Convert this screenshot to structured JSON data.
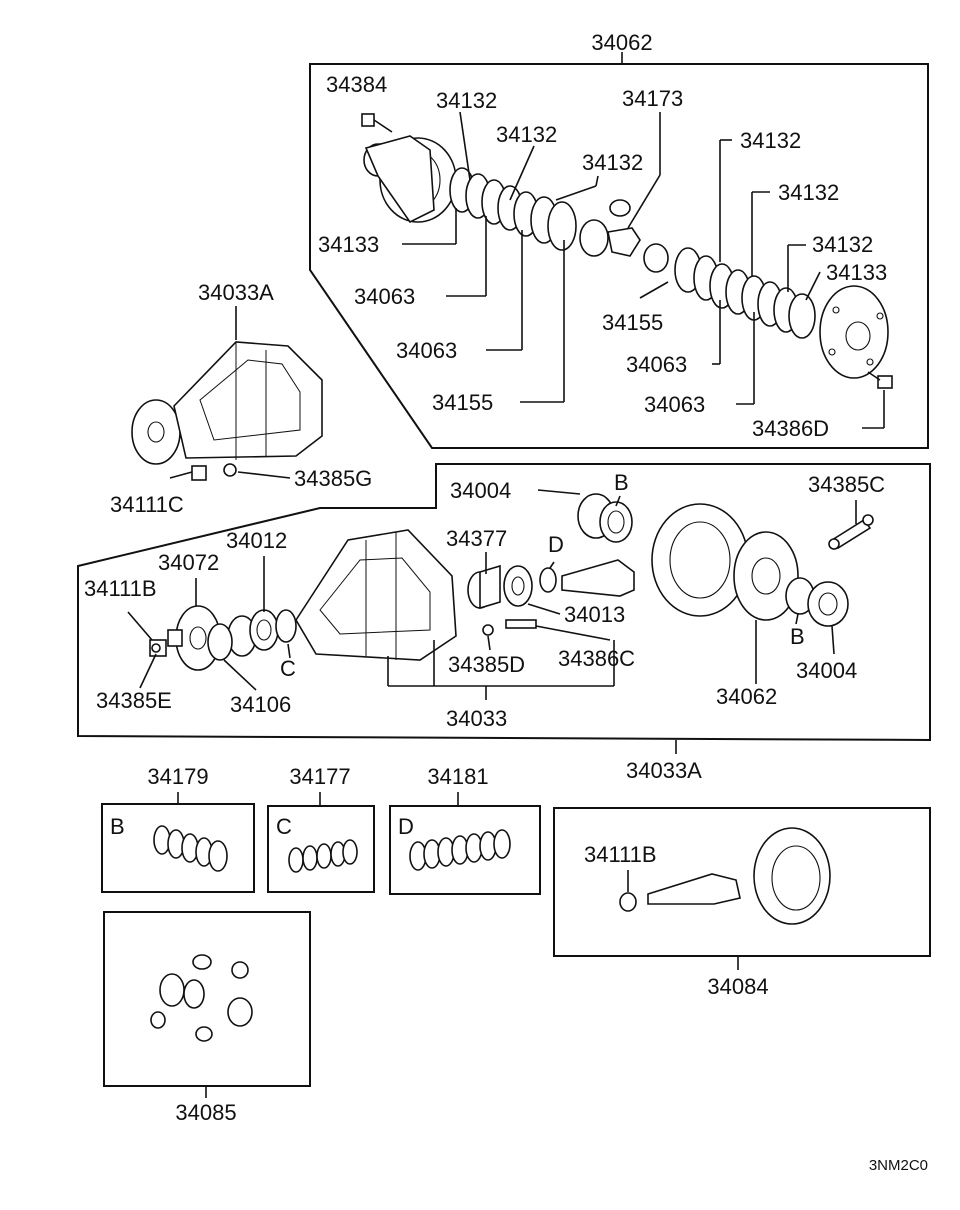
{
  "diagram_code": "3NM2C0",
  "colors": {
    "ink": "#111111",
    "background": "#ffffff"
  },
  "labels": {
    "p34062_top": "34062",
    "p34384": "34384",
    "p34132_a": "34132",
    "p34132_b": "34132",
    "p34132_c": "34132",
    "p34173": "34173",
    "p34132_d": "34132",
    "p34132_e": "34132",
    "p34132_f": "34132",
    "p34133_a": "34133",
    "p34133_b": "34133",
    "p34063_a": "34063",
    "p34063_b": "34063",
    "p34063_c": "34063",
    "p34063_d": "34063",
    "p34155_a": "34155",
    "p34155_b": "34155",
    "p34386D": "34386D",
    "p34033A_top": "34033A",
    "p34385G": "34385G",
    "p34111C": "34111C",
    "p34004_a": "34004",
    "p34004_b": "34004",
    "p34385C": "34385C",
    "p34377": "34377",
    "p34012": "34012",
    "p34072": "34072",
    "p34111B_a": "34111B",
    "p34013": "34013",
    "p34385D": "34385D",
    "p34386C": "34386C",
    "p34385E": "34385E",
    "p34106": "34106",
    "p34033": "34033",
    "p34062_mid": "34062",
    "p34033A_mid": "34033A",
    "p34179": "34179",
    "p34177": "34177",
    "p34181": "34181",
    "p34111B_b": "34111B",
    "p34084": "34084",
    "p34085": "34085"
  },
  "letters": {
    "B_mid_a": "B",
    "B_mid_b": "B",
    "C_mid": "C",
    "D_mid": "D",
    "B_box": "B",
    "C_box": "C",
    "D_box": "D"
  }
}
